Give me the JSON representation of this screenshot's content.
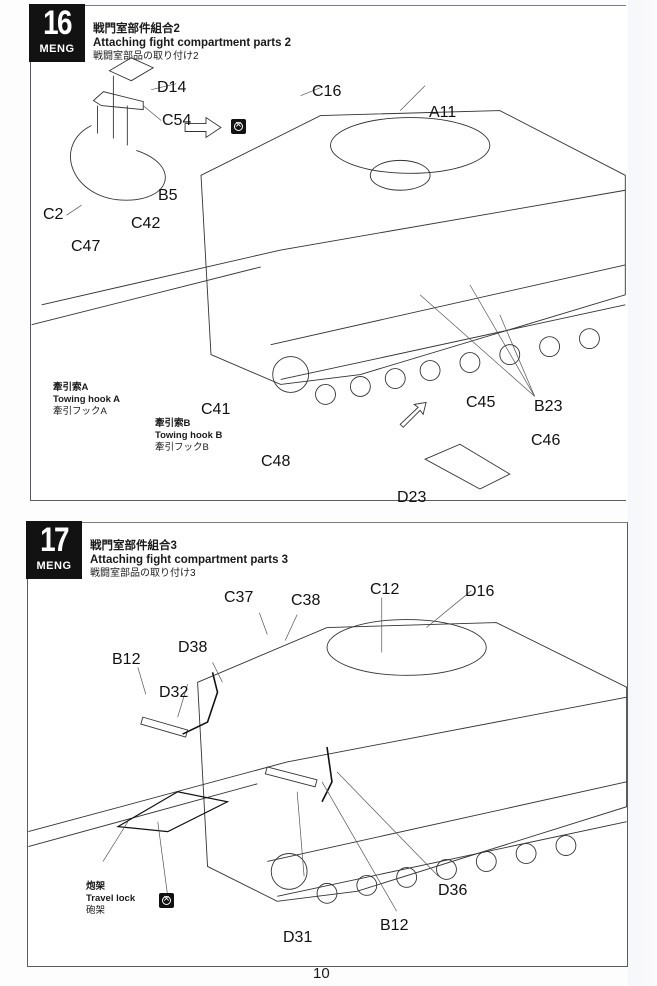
{
  "page": {
    "number": "10"
  },
  "steps": [
    {
      "number": "16",
      "brand": "MENG",
      "title_cn": "戦門室部件組合2",
      "title_en": "Attaching fight compartment parts 2",
      "title_jp": "戦闘室部品の取り付け2",
      "part_labels": [
        "D14",
        "C54",
        "C2",
        "C16",
        "A11",
        "B5",
        "C42",
        "C47",
        "C41",
        "C48",
        "B23",
        "C45",
        "C46",
        "D23"
      ],
      "notes": [
        {
          "cn": "牽引索A",
          "en": "Towing hook A",
          "jp": "牽引フックA"
        },
        {
          "cn": "牽引索B",
          "en": "Towing hook B",
          "jp": "牽引フックB"
        }
      ],
      "symbols": [
        "do-not-glue-icon",
        "view-arrow-icon"
      ]
    },
    {
      "number": "17",
      "brand": "MENG",
      "title_cn": "戦門室部件組合3",
      "title_en": "Attaching fight compartment parts 3",
      "title_jp": "戦闘室部品の取り付け3",
      "part_labels": [
        "C37",
        "C38",
        "C12",
        "D16",
        "B12",
        "D38",
        "D32",
        "D31",
        "B12",
        "D36"
      ],
      "notes": [
        {
          "cn": "炮架",
          "en": "Travel lock",
          "jp": "砲架"
        }
      ],
      "symbols": [
        "do-not-glue-icon"
      ]
    }
  ]
}
